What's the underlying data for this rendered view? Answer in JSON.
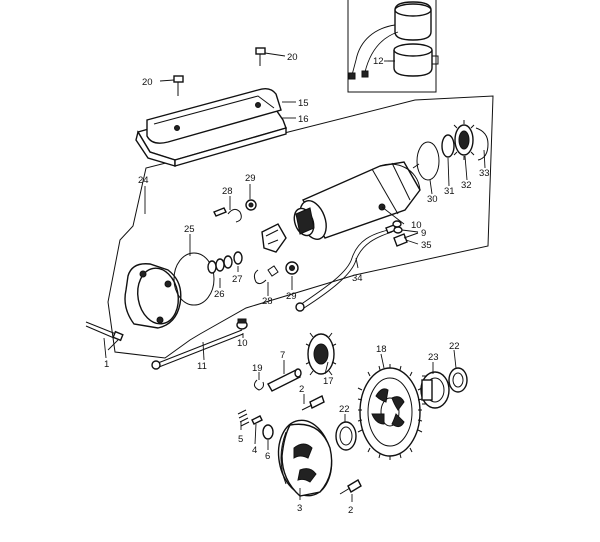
{
  "callouts": {
    "c1": "1",
    "c2a": "2",
    "c2b": "2",
    "c3": "3",
    "c4": "4",
    "c5": "5",
    "c6": "6",
    "c7": "7",
    "c9": "9",
    "c10a": "10",
    "c10b": "10",
    "c11": "11",
    "c12": "12",
    "c15": "15",
    "c16": "16",
    "c17": "17",
    "c18": "18",
    "c19": "19",
    "c20a": "20",
    "c20b": "20",
    "c22a": "22",
    "c22b": "22",
    "c23": "23",
    "c24": "24",
    "c25": "25",
    "c26": "26",
    "c27": "27",
    "c28a": "28",
    "c28b": "28",
    "c29a": "29",
    "c29b": "29",
    "c30": "30",
    "c31": "31",
    "c32": "32",
    "c33": "33",
    "c34": "34",
    "c35": "35"
  }
}
